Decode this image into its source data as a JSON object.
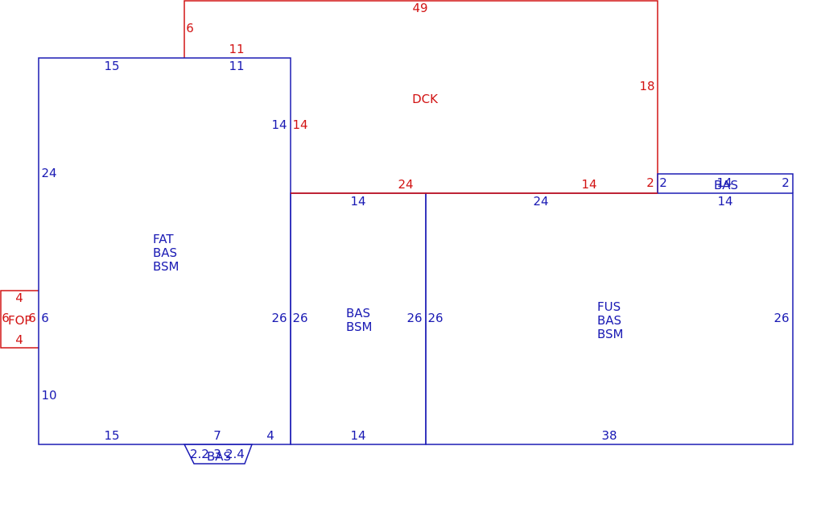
{
  "colors": {
    "living_outline": "#1a1ab4",
    "exterior_outline": "#d21414",
    "background": "#ffffff"
  },
  "areas": {
    "deck": {
      "codes": [
        "DCK"
      ]
    },
    "left_block": {
      "codes": [
        "FAT",
        "BAS",
        "BSM"
      ]
    },
    "middle_block": {
      "codes": [
        "BAS",
        "BSM"
      ]
    },
    "right_block": {
      "codes": [
        "FUS",
        "BAS",
        "BSM"
      ]
    },
    "right_strip": {
      "codes": [
        "BAS"
      ]
    },
    "porch": {
      "codes": [
        "FOP"
      ]
    },
    "bay": {
      "codes": [
        "BAS"
      ]
    }
  },
  "dimensions": {
    "deck": {
      "top": "49",
      "left": "6",
      "notch_top": "11",
      "right": "18",
      "bottom_a": "24",
      "bottom_b": "14",
      "right_end": "2",
      "inner_left": "14"
    },
    "left_block": {
      "top_a": "15",
      "top_b": "11",
      "left_upper": "24",
      "left_mid": "6",
      "left_lower": "10",
      "right": "14",
      "right_side": "26",
      "bottom_a": "15",
      "bottom_b": "7",
      "bottom_c": "4"
    },
    "middle_block": {
      "top": "14",
      "left": "26",
      "right": "26",
      "bottom": "14"
    },
    "right_block": {
      "top_a": "24",
      "top_b": "14",
      "left": "26",
      "right": "26",
      "bottom": "38"
    },
    "right_strip": {
      "left": "2",
      "top": "14",
      "right": "2"
    },
    "porch": {
      "top": "4",
      "left": "6",
      "right": "6",
      "bottom": "4"
    },
    "bay": {
      "left": "2.2",
      "mid": "3",
      "right": "2.4"
    }
  }
}
